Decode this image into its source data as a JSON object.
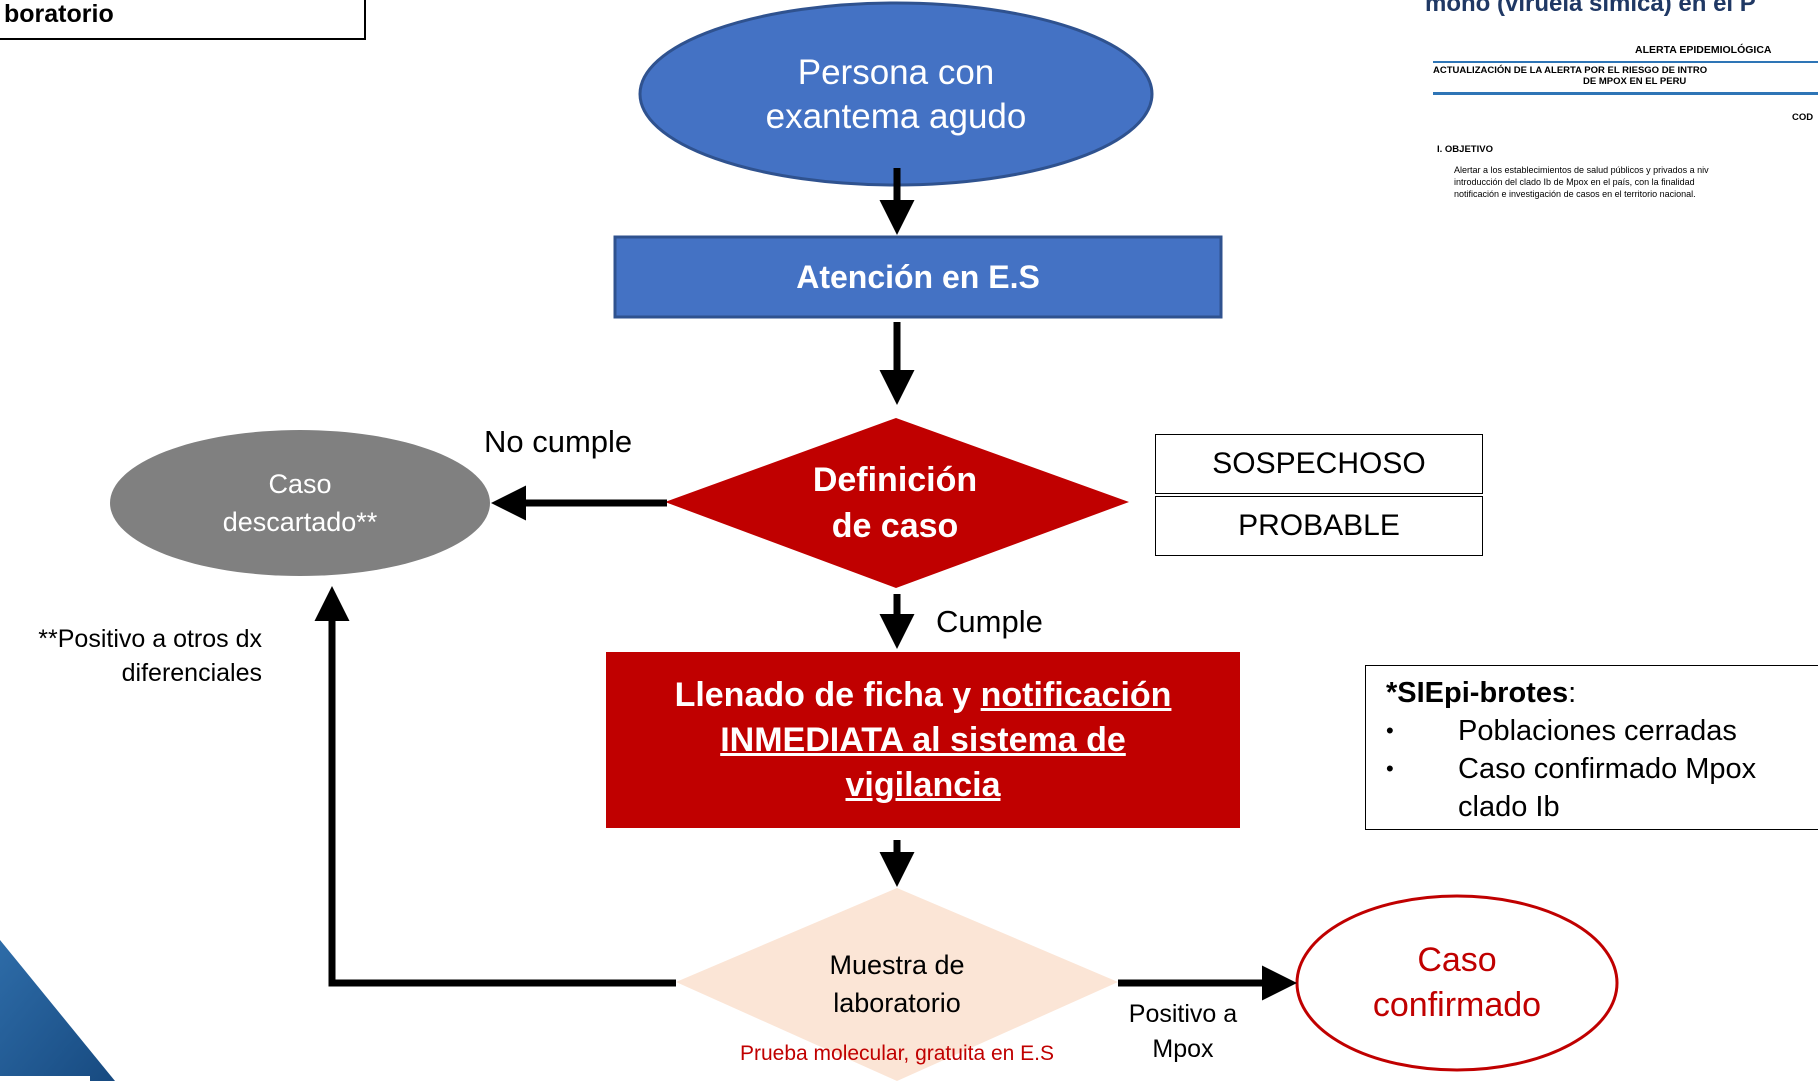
{
  "top_left_label": "boratorio",
  "top_right_title": "mono (viruela símica) en el P",
  "alert_doc": {
    "heading": "ALERTA EPIDEMIOLÓGICA",
    "subtitle_1": "ACTUALIZACIÓN DE LA ALERTA POR EL RIESGO DE INTRO",
    "subtitle_2": "DE MPOX EN EL PERU",
    "code": "COD",
    "section": "I.  OBJETIVO",
    "body_1": "Alertar a los establecimientos de salud públicos y privados a niv",
    "body_2": "introducción del clado Ib de Mpox en el país, con la finalidad",
    "body_3": "notificación e investigación de casos en el territorio nacional."
  },
  "nodes": {
    "person": {
      "line1": "Persona con",
      "line2": "exantema agudo"
    },
    "atencion": "Atención en E.S",
    "definicion": {
      "line1": "Definición",
      "line2": "de caso"
    },
    "descartado": {
      "line1": "Caso",
      "line2": "descartado**"
    },
    "llenado": {
      "line1_plain": "Llenado de ficha y ",
      "line1_under": "notificación",
      "line2": "INMEDIATA al sistema de",
      "line3": "vigilancia"
    },
    "muestra": {
      "line1": "Muestra de",
      "line2": "laboratorio",
      "note": "Prueba molecular, gratuita en E.S"
    },
    "confirmado": {
      "line1": "Caso",
      "line2": "confirmado"
    }
  },
  "labels": {
    "no_cumple": "No cumple",
    "cumple": "Cumple",
    "positivo_mpox_1": "Positivo a",
    "positivo_mpox_2": "Mpox",
    "positivo_otros_1": "**Positivo a otros dx",
    "positivo_otros_2": "diferenciales"
  },
  "case_types": {
    "sospechoso": "SOSPECHOSO",
    "probable": "PROBABLE"
  },
  "siepi": {
    "title": "*SIEpi-brotes",
    "colon": ":",
    "items": [
      "Poblaciones cerradas",
      "Caso confirmado Mpox",
      "clado Ib"
    ]
  },
  "colors": {
    "blue": "#4472c4",
    "dark_red": "#c00000",
    "gray": "#808080",
    "peach": "#fbe5d6",
    "title_navy": "#1f3864"
  }
}
